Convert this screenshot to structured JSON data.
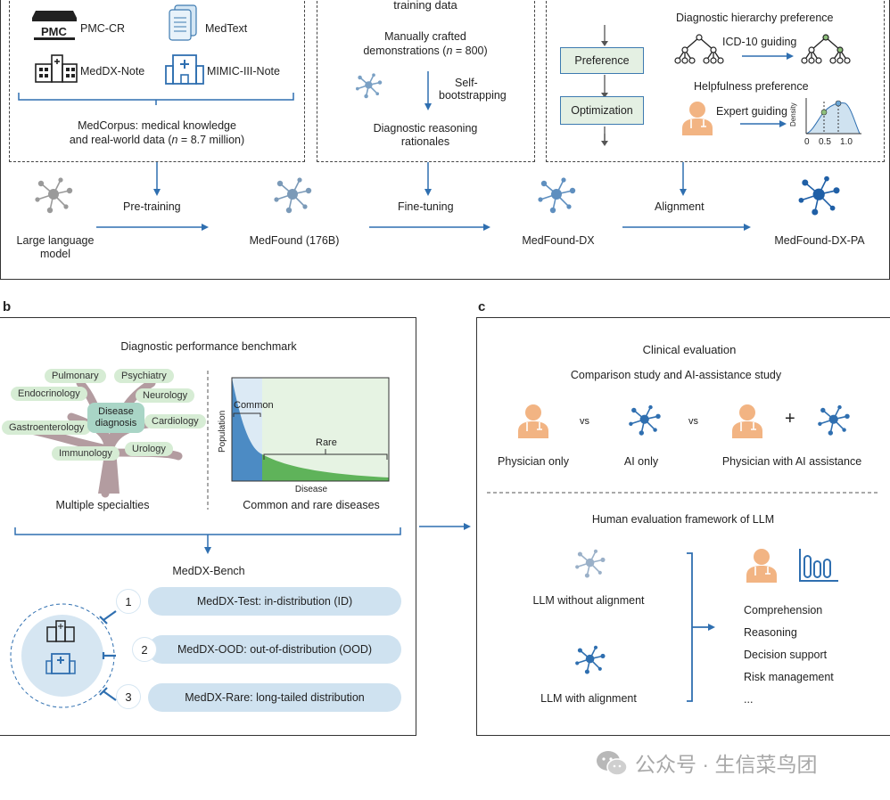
{
  "panel_a": {
    "sources": {
      "pmc_logo": "PMC",
      "pmc_cr": "PMC-CR",
      "medtext": "MedText",
      "medx_note": "MedDX-Note",
      "mimic": "MIMIC-III-Note"
    },
    "corpus_line1": "MedCorpus: medical knowledge",
    "corpus_line2_pre": "and real-world data (",
    "corpus_line2_n": "n",
    "corpus_line2_post": " = 8.7 million)",
    "training_data": "training data",
    "demo_line1": "Manually crafted",
    "demo_line2_pre": "demonstrations (",
    "demo_line2_n": "n",
    "demo_line2_post": " = 800)",
    "self_bootstrap_1": "Self-",
    "self_bootstrap_2": "bootstrapping",
    "rationale_1": "Diagnostic reasoning",
    "rationale_2": "rationales",
    "preference": "Preference",
    "optimization": "Optimization",
    "hierarchy_pref": "Diagnostic hierarchy preference",
    "icd_guiding": "ICD-10 guiding",
    "helpful_pref": "Helpfulness preference",
    "expert_guiding": "Expert guiding",
    "density_label": "Density",
    "ticks": [
      "0",
      "0.5",
      "1.0"
    ],
    "llm_1": "Large language",
    "llm_2": "model",
    "pretraining": "Pre-training",
    "medfound": "MedFound (176B)",
    "finetuning": "Fine-tuning",
    "medfound_dx": "MedFound-DX",
    "alignment": "Alignment",
    "medfound_dx_pa": "MedFound-DX-PA"
  },
  "panel_b": {
    "label": "b",
    "title": "Diagnostic performance benchmark",
    "specialties": [
      "Pulmonary",
      "Psychiatry",
      "Endocrinology",
      "Neurology",
      "Cardiology",
      "Gastroenterology",
      "Immunology",
      "Urology"
    ],
    "center_1": "Disease",
    "center_2": "diagnosis",
    "multiple": "Multiple specialties",
    "common": "Common",
    "rare": "Rare",
    "population": "Population",
    "disease": "Disease",
    "common_rare": "Common and rare diseases",
    "bench": "MedDX-Bench",
    "items": [
      {
        "num": "1",
        "text": "MedDX-Test: in-distribution (ID)"
      },
      {
        "num": "2",
        "text": "MedDX-OOD: out-of-distribution (OOD)"
      },
      {
        "num": "3",
        "text": "MedDX-Rare: long-tailed distribution"
      }
    ]
  },
  "panel_c": {
    "label": "c",
    "title": "Clinical evaluation",
    "subtitle": "Comparison study and AI-assistance study",
    "vs": "vs",
    "plus": "+",
    "physician_only": "Physician only",
    "ai_only": "AI only",
    "physician_ai": "Physician with AI assistance",
    "framework": "Human evaluation framework of LLM",
    "without": "LLM without alignment",
    "with": "LLM with alignment",
    "criteria": [
      "Comprehension",
      "Reasoning",
      "Decision support",
      "Risk management",
      "..."
    ]
  },
  "watermark": "公众号 · 生信菜鸟团",
  "colors": {
    "blue": "#2f6fb0",
    "skin": "#f2b483",
    "green": "#d6ecd4",
    "pill": "#cfe2f0"
  }
}
